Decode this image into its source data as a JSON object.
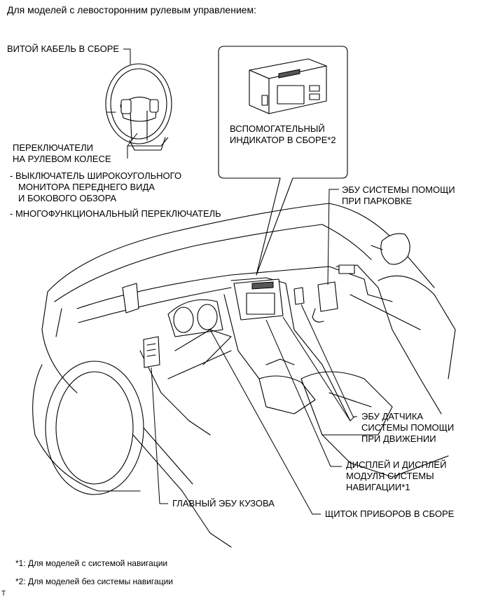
{
  "heading": "Для моделей с левосторонним рулевым управлением:",
  "labels": {
    "spiral_cable": "ВИТОЙ КАБЕЛЬ В СБОРЕ",
    "steering_switches_1": "ПЕРЕКЛЮЧАТЕЛИ",
    "steering_switches_2": "НА РУЛЕВОМ КОЛЕСЕ",
    "wide_monitor_1": "- ВЫКЛЮЧАТЕЛЬ ШИРОКОУГОЛЬНОГО",
    "wide_monitor_2": "МОНИТОРА ПЕРЕДНЕГО ВИДА",
    "wide_monitor_3": "И БОКОВОГО ОБЗОРА",
    "multifunction": "- МНОГОФУНКЦИОНАЛЬНЫЙ ПЕРЕКЛЮЧАТЕЛЬ",
    "aux_indicator_1": "ВСПОМОГАТЕЛЬНЫЙ",
    "aux_indicator_2": "ИНДИКАТОР В СБОРЕ*2",
    "parking_ecu_1": "ЭБУ СИСТЕМЫ ПОМОЩИ",
    "parking_ecu_2": "ПРИ ПАРКОВКЕ",
    "driving_sensor_1": "ЭБУ ДАТЧИКА",
    "driving_sensor_2": "СИСТЕМЫ ПОМОЩИ",
    "driving_sensor_3": "ПРИ ДВИЖЕНИИ",
    "display_1": "ДИСПЛЕЙ И ДИСПЛЕЙ",
    "display_2": "МОДУЛЯ СИСТЕМЫ",
    "display_3": "НАВИГАЦИИ*1",
    "main_body_ecu": "ГЛАВНЫЙ ЭБУ КУЗОВА",
    "instrument_panel": "ЩИТОК ПРИБОРОВ В СБОРЕ"
  },
  "footnotes": {
    "note1": "*1: Для моделей с системой навигации",
    "note2": "*2: Для моделей без системы навигации"
  },
  "corner_mark": "T"
}
